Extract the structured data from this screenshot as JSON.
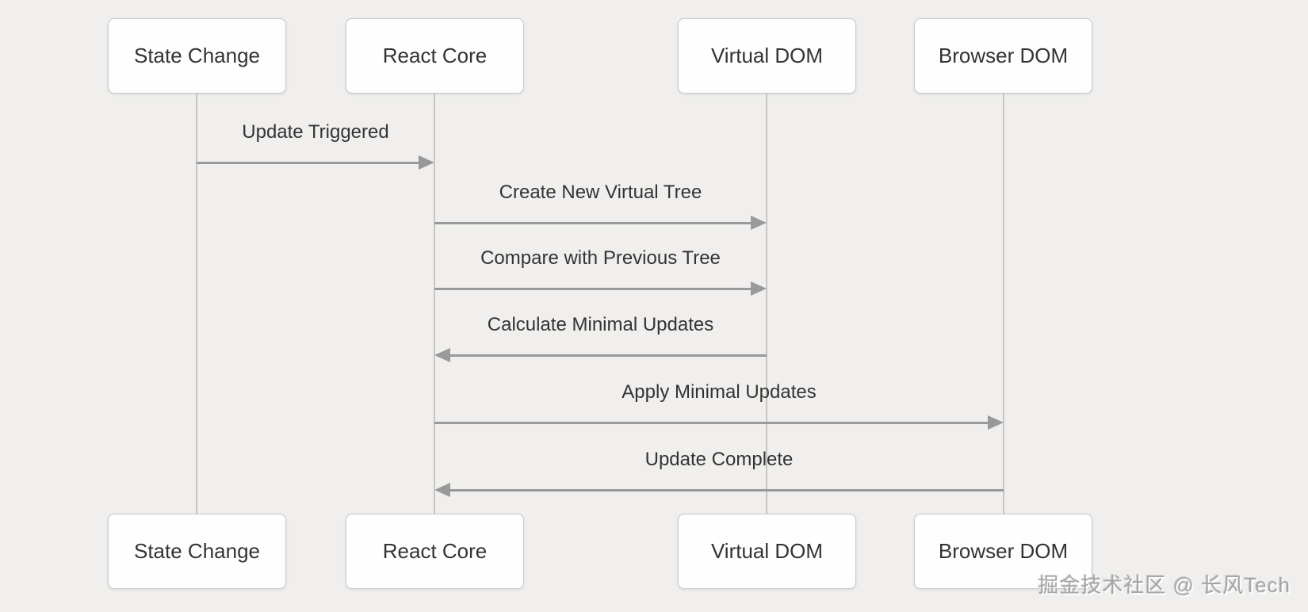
{
  "diagram": {
    "type": "sequence",
    "participants": [
      {
        "label": "State Change"
      },
      {
        "label": "React Core"
      },
      {
        "label": "Virtual DOM"
      },
      {
        "label": "Browser DOM"
      }
    ],
    "messages": [
      {
        "label": "Update Triggered",
        "from": "State Change",
        "to": "React Core",
        "direction": "right"
      },
      {
        "label": "Create New Virtual Tree",
        "from": "React Core",
        "to": "Virtual DOM",
        "direction": "right"
      },
      {
        "label": "Compare with Previous Tree",
        "from": "React Core",
        "to": "Virtual DOM",
        "direction": "right"
      },
      {
        "label": "Calculate Minimal Updates",
        "from": "Virtual DOM",
        "to": "React Core",
        "direction": "left"
      },
      {
        "label": "Apply Minimal Updates",
        "from": "React Core",
        "to": "Browser DOM",
        "direction": "right"
      },
      {
        "label": "Update Complete",
        "from": "Browser DOM",
        "to": "React Core",
        "direction": "left"
      }
    ]
  },
  "watermark": {
    "text": "掘金技术社区 @ 长风Tech"
  },
  "colors": {
    "background": "#f0efed",
    "box_fill": "#fefefe",
    "box_border": "#c9c9c9",
    "text": "#333333",
    "arrow": "#999999",
    "lifeline": "#c8c6c3",
    "watermark": "#a6a6a6"
  }
}
